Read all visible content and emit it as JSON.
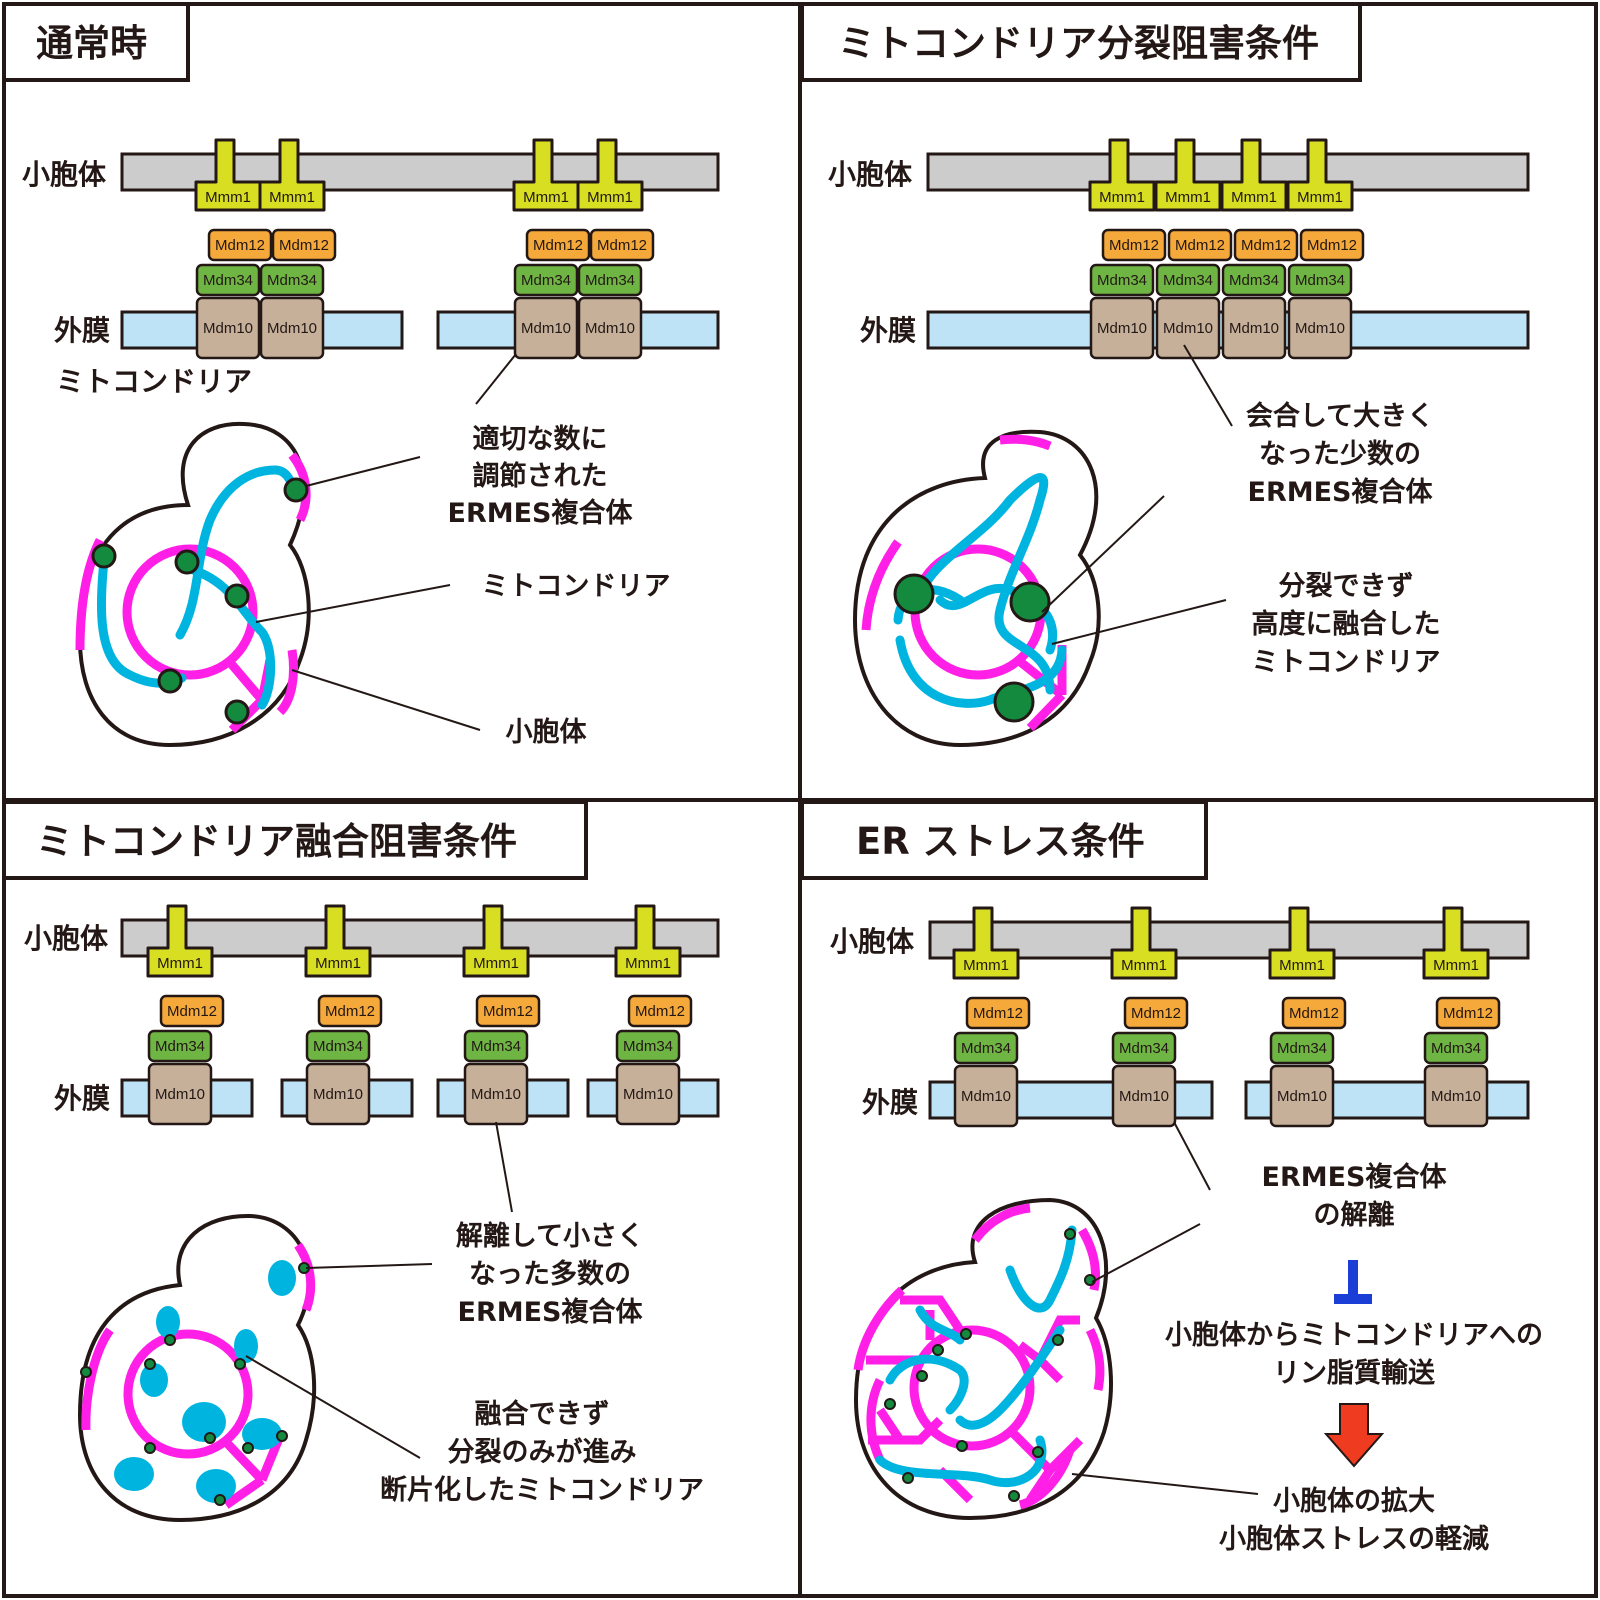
{
  "colors": {
    "er": "#cccccc",
    "outer_membrane": "#bee3f7",
    "mmm1": "#d8df22",
    "mdm12": "#f6a93b",
    "mdm34": "#6fb544",
    "mdm10": "#c6b09a",
    "mitochondria": "#00b4e0",
    "vacuole": "#ff1fe6",
    "ermes_dot": "#148a3f",
    "inhibit": "#1b3fd6",
    "arrow": "#ef3b1f",
    "ink": "#231815"
  },
  "proteins": {
    "mmm1": "Mmm1",
    "mdm12": "Mdm12",
    "mdm34": "Mdm34",
    "mdm10": "Mdm10"
  },
  "panels": [
    {
      "title": "通常時",
      "er_label": "小胞体",
      "om_label": "外膜",
      "mito_label": "ミトコンドリア",
      "annotations": [
        {
          "lines": [
            "適切な数に",
            "調節された",
            "ERMES複合体"
          ]
        },
        {
          "lines": [
            "ミトコンドリア"
          ]
        },
        {
          "lines": [
            "小胞体"
          ]
        }
      ]
    },
    {
      "title": "ミトコンドリア分裂阻害条件",
      "er_label": "小胞体",
      "om_label": "外膜",
      "annotations": [
        {
          "lines": [
            "会合して大きく",
            "なった少数の",
            "ERMES複合体"
          ]
        },
        {
          "lines": [
            "分裂できず",
            "高度に融合した",
            "ミトコンドリア"
          ]
        }
      ]
    },
    {
      "title": "ミトコンドリア融合阻害条件",
      "er_label": "小胞体",
      "om_label": "外膜",
      "annotations": [
        {
          "lines": [
            "解離して小さく",
            "なった多数の",
            "ERMES複合体"
          ]
        },
        {
          "lines": [
            "融合できず",
            "分裂のみが進み",
            "断片化したミトコンドリア"
          ]
        }
      ]
    },
    {
      "title": "ER ストレス条件",
      "er_label": "小胞体",
      "om_label": "外膜",
      "annotations": [
        {
          "lines": [
            "ERMES複合体",
            "の解離"
          ]
        },
        {
          "lines": [
            "小胞体からミトコンドリアへの",
            "リン脂質輸送"
          ]
        },
        {
          "lines": [
            "小胞体の拡大",
            "小胞体ストレスの軽減"
          ]
        }
      ]
    }
  ]
}
